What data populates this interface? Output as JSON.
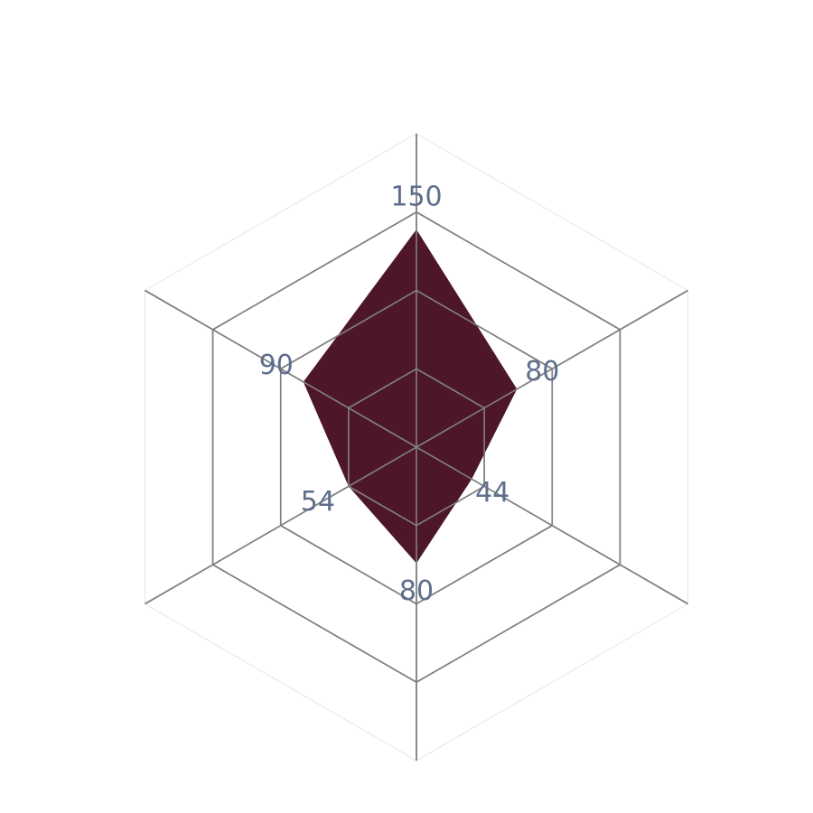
{
  "chart_data": {
    "type": "radar",
    "axes_count": 6,
    "r_max": 216,
    "ring_step": 54,
    "rings": 4,
    "series": [
      {
        "values": [
          150,
          80,
          44,
          80,
          54,
          90
        ]
      }
    ],
    "data_labels": [
      "150",
      "80",
      "44",
      "80",
      "54",
      "90"
    ],
    "colors": {
      "fill": "#4e1727",
      "label": "#5e6e8c",
      "grid": "#808080",
      "outer_grid": "#e6e6e6"
    }
  }
}
